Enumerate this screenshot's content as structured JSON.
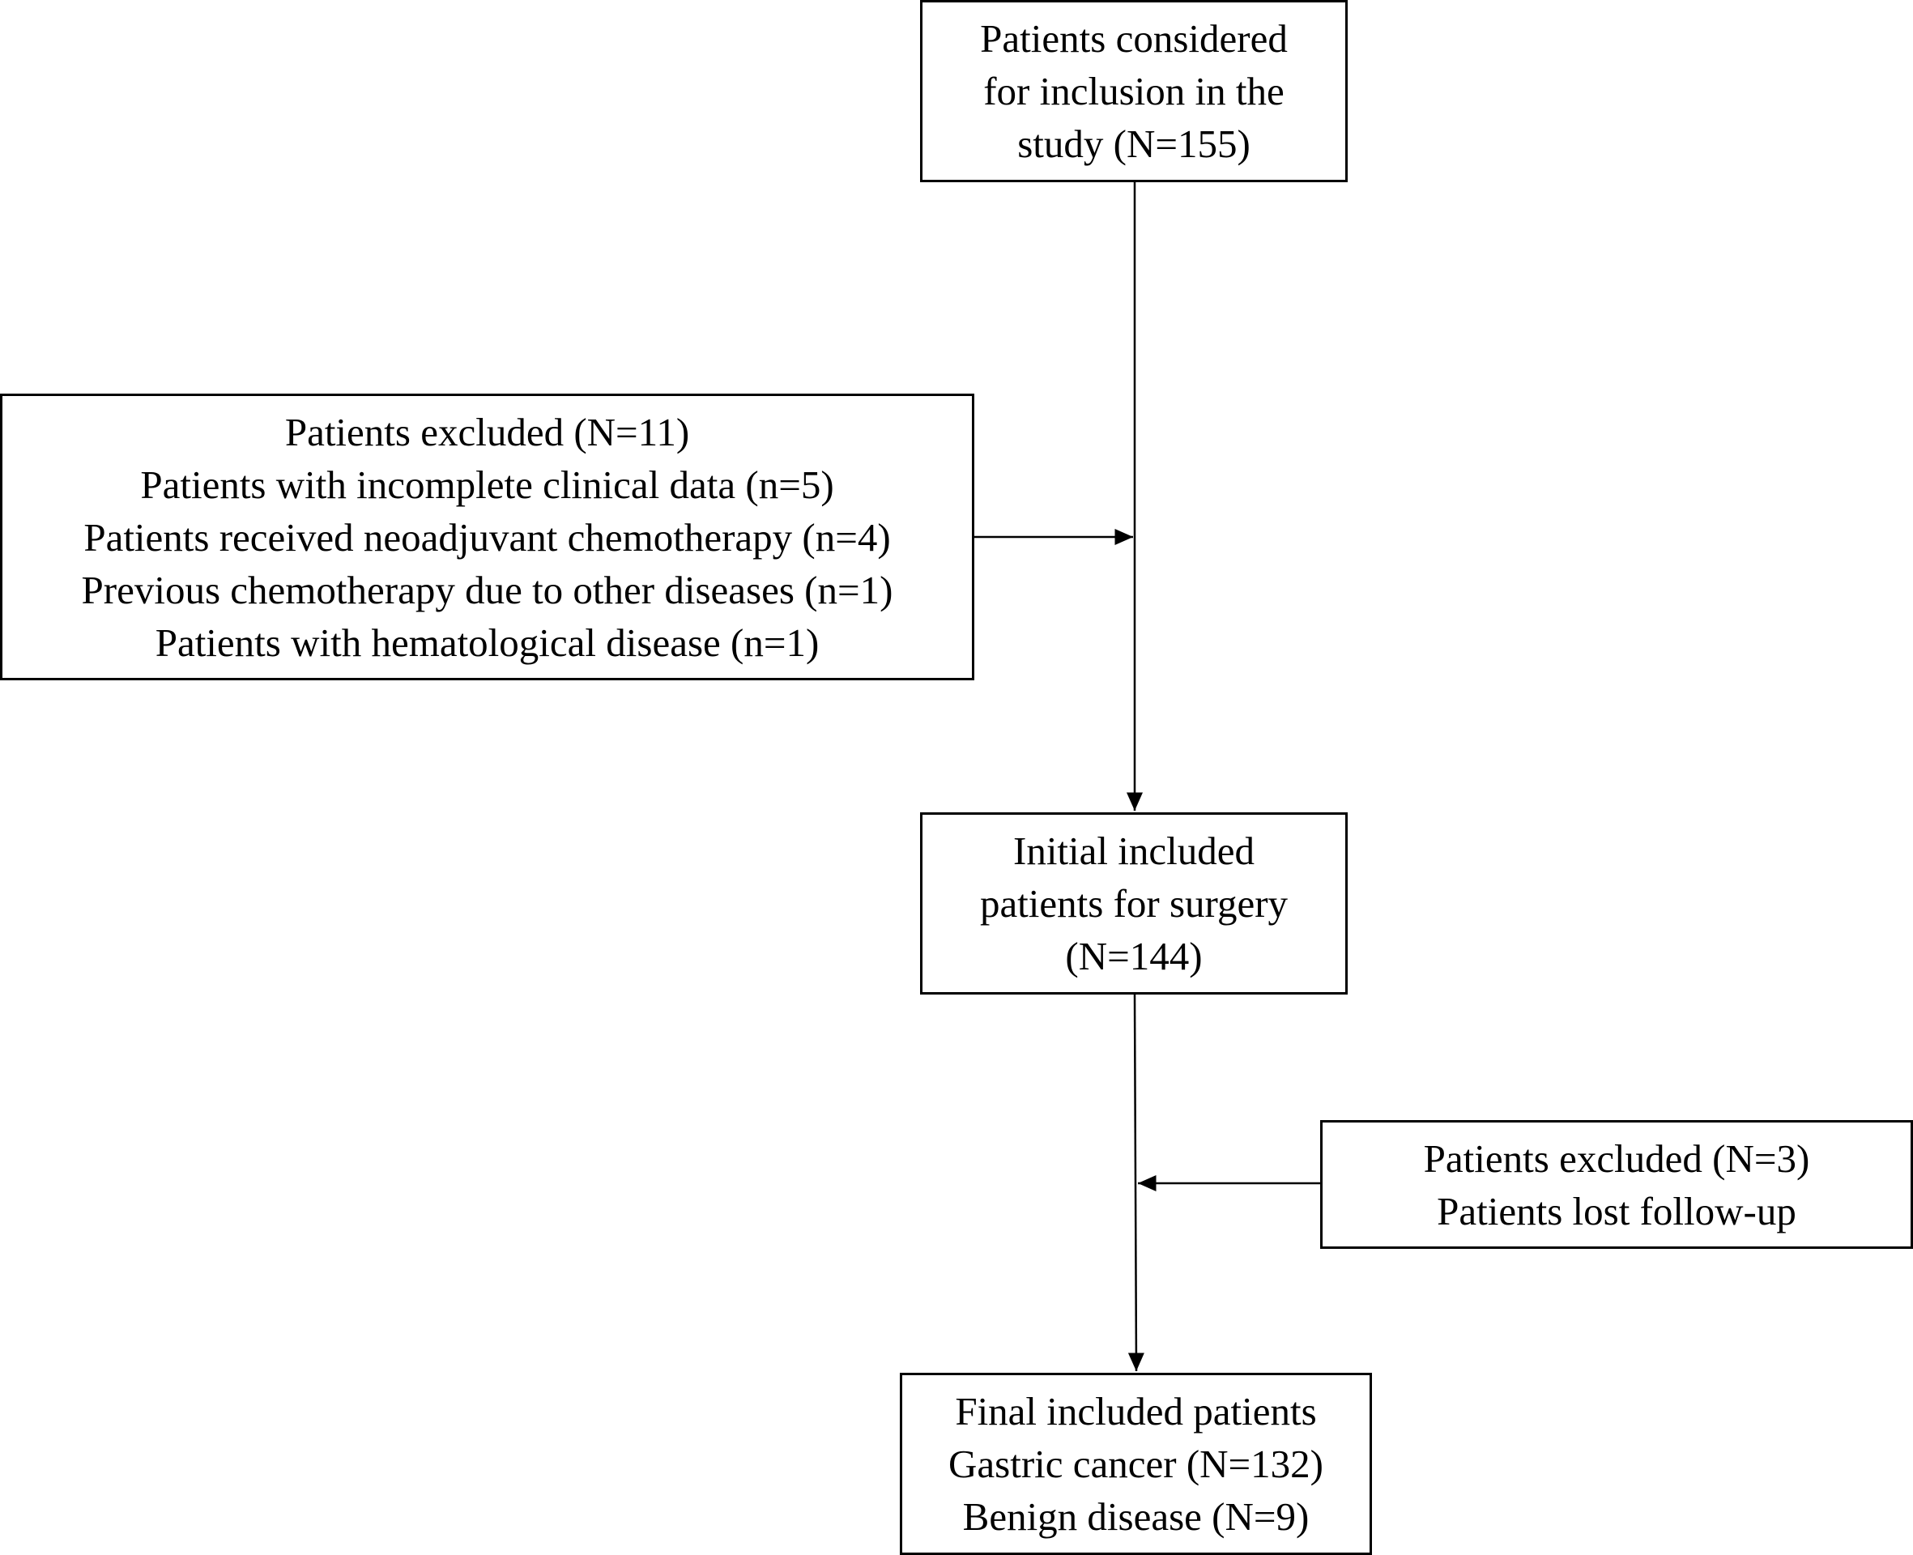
{
  "colors": {
    "stroke": "#000000",
    "background": "#ffffff"
  },
  "boxes": {
    "considered": {
      "lines": [
        "Patients considered",
        "for inclusion in the",
        "study (N=155)"
      ]
    },
    "excluded_1": {
      "lines": [
        "Patients excluded (N=11)",
        "Patients with incomplete clinical data (n=5)",
        "Patients received neoadjuvant chemotherapy (n=4)",
        "Previous chemotherapy due to other diseases (n=1)",
        "Patients with hematological disease (n=1)"
      ]
    },
    "initial": {
      "lines": [
        "Initial included",
        "patients for surgery",
        "(N=144)"
      ]
    },
    "excluded_2": {
      "lines": [
        "Patients excluded (N=3)",
        "Patients lost follow-up"
      ]
    },
    "final": {
      "lines": [
        "Final included patients",
        "Gastric cancer (N=132)",
        "Benign disease (N=9)"
      ]
    }
  }
}
